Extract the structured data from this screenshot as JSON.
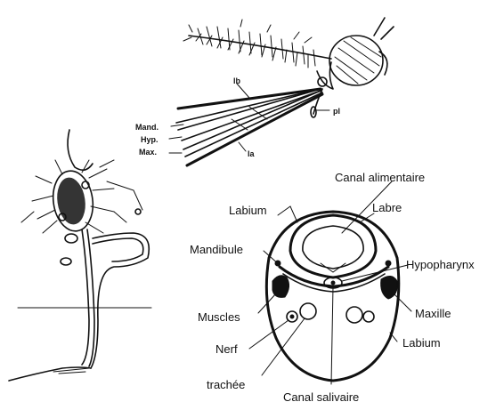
{
  "head_labels": {
    "lb": "lb",
    "pl": "pl",
    "mand": "Mand.",
    "hyp": "Hyp.",
    "max": "Max.",
    "la": "la"
  },
  "section_labels": {
    "canal_alimentaire": "Canal alimentaire",
    "labium_top": "Labium",
    "labre": "Labre",
    "mandibule": "Mandibule",
    "hypopharynx": "Hypopharynx",
    "muscles": "Muscles",
    "maxille": "Maxille",
    "nerf": "Nerf",
    "labium_bottom": "Labium",
    "trachee": "trachée",
    "canal_salivaire": "Canal salivaire"
  }
}
